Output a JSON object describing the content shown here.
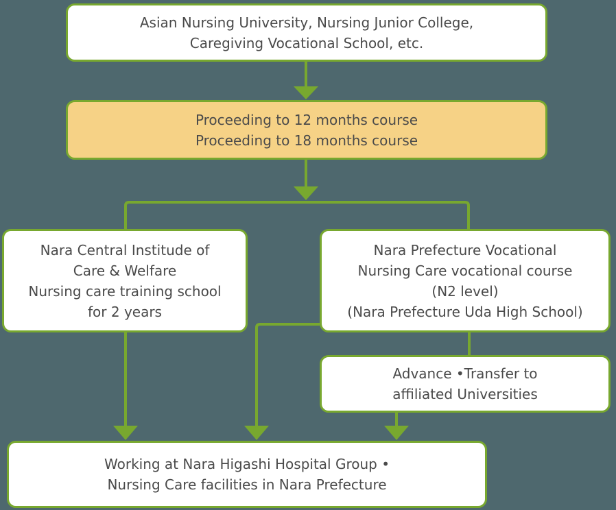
{
  "colors": {
    "background": "#4e686e",
    "accent_green": "#78a82f",
    "highlight_yellow": "#f6d286",
    "box_fill_white": "#ffffff",
    "text": "#4a4a4a"
  },
  "boxes": {
    "source_schools": {
      "line1": "Asian Nursing University, Nursing Junior College,",
      "line2": "Caregiving Vocational School, etc."
    },
    "course_proceeding": {
      "line1": "Proceeding to 12 months course",
      "line2": "Proceeding to 18 months course"
    },
    "nara_central": {
      "line1": "Nara Central Institude of",
      "line2": "Care & Welfare",
      "line3": "Nursing care training school",
      "line4": "for 2 years"
    },
    "nara_prefecture": {
      "line1": "Nara Prefecture Vocational",
      "line2": "Nursing Care vocational course",
      "line3": "(N2 level)",
      "line4": "(Nara Prefecture Uda High School)"
    },
    "advance_transfer": {
      "line1": "Advance •Transfer to",
      "line2": "affiliated Universities"
    },
    "working": {
      "line1": "Working at Nara Higashi Hospital Group •",
      "line2": "Nursing Care facilities in Nara Prefecture"
    }
  }
}
